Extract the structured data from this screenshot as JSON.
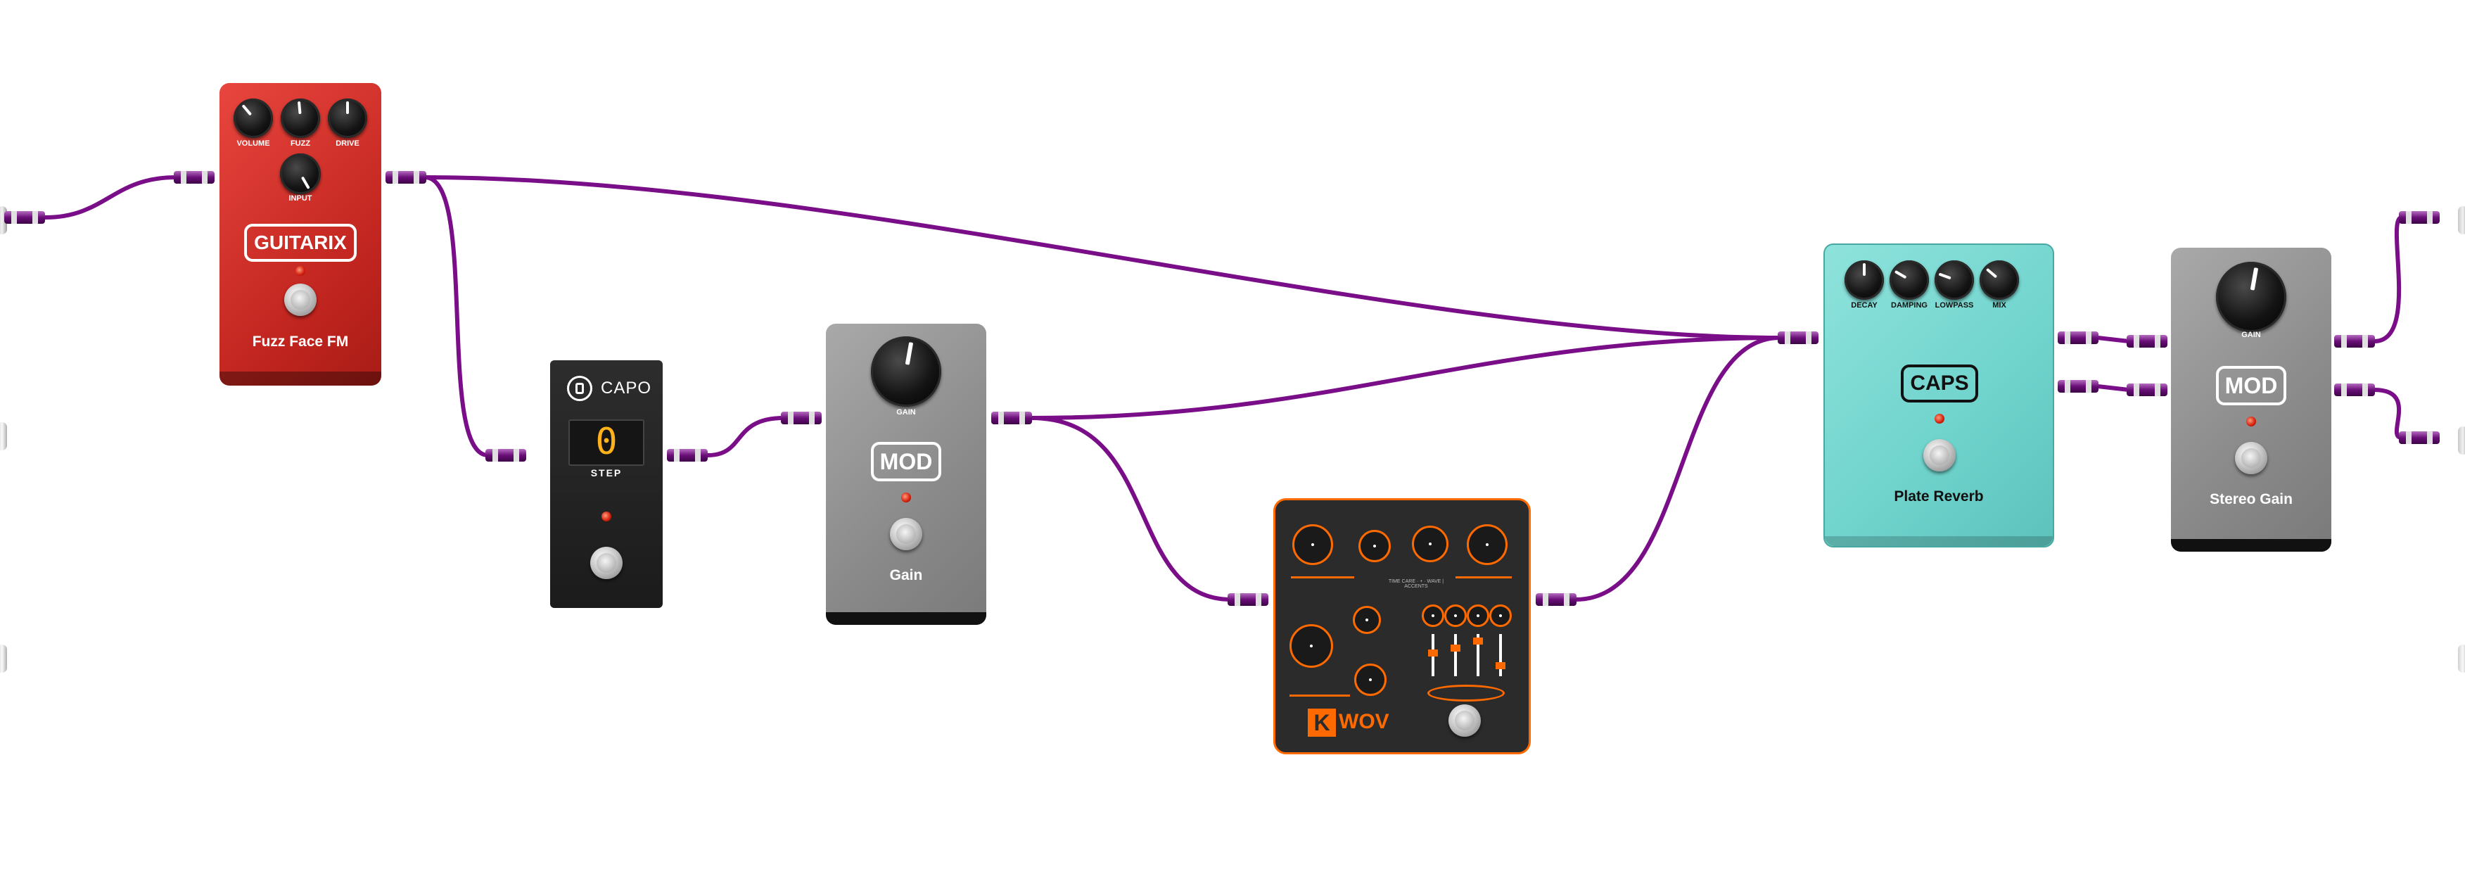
{
  "canvas": {
    "background": "#ffffff",
    "cable_color": "#7a0d88"
  },
  "pedals": {
    "fuzz": {
      "brand": "GUITARIX",
      "name": "Fuzz Face FM",
      "knobs": [
        "VOLUME",
        "FUZZ",
        "DRIVE",
        "INPUT"
      ],
      "color": "#d8302a"
    },
    "capo": {
      "brand": "CAPO",
      "display": "0",
      "step_label": "STEP",
      "color": "#222222"
    },
    "gain": {
      "brand": "MOD",
      "name": "Gain",
      "knob": "GAIN",
      "color": "#8e8e8e"
    },
    "kwov": {
      "brand": "WOV",
      "small_text": "TIME CARE · + · WAVE | ACCENTS",
      "color": "#2b2b2b",
      "accent": "#ff6a00"
    },
    "reverb": {
      "brand": "CAPS",
      "name": "Plate Reverb",
      "knobs": [
        "DECAY",
        "DAMPING",
        "LOWPASS",
        "MIX"
      ],
      "color": "#6fd3cc"
    },
    "stereo_gain": {
      "brand": "MOD",
      "name": "Stereo Gain",
      "knob": "GAIN",
      "color": "#8e8e8e"
    }
  }
}
